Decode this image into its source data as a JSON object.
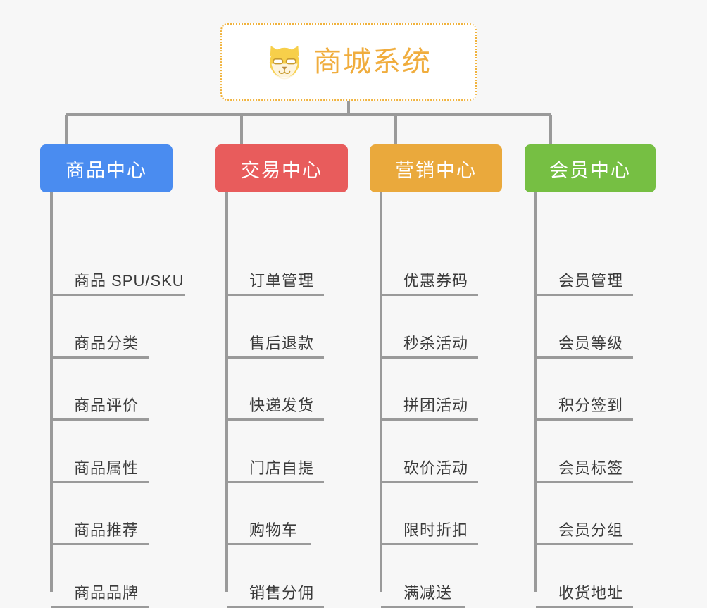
{
  "diagram": {
    "type": "organization-tree",
    "background_color": "#f7f7f7",
    "root": {
      "label": "商城系统",
      "icon": "shiba-dog-icon",
      "text_color": "#f0ad3e",
      "border_color": "#f0b23c",
      "background_color": "#ffffff"
    },
    "connector_color": "#9a9a9a",
    "categories": [
      {
        "label": "商品中心",
        "color": "#4a8cf0",
        "items": [
          "商品 SPU/SKU",
          "商品分类",
          "商品评价",
          "商品属性",
          "商品推荐",
          "商品品牌"
        ]
      },
      {
        "label": "交易中心",
        "color": "#e85c5c",
        "items": [
          "订单管理",
          "售后退款",
          "快递发货",
          "门店自提",
          "购物车",
          "销售分佣"
        ]
      },
      {
        "label": "营销中心",
        "color": "#eaa93c",
        "items": [
          "优惠券码",
          "秒杀活动",
          "拼团活动",
          "砍价活动",
          "限时折扣",
          "满减送"
        ]
      },
      {
        "label": "会员中心",
        "color": "#76bf43",
        "items": [
          "会员管理",
          "会员等级",
          "积分签到",
          "会员标签",
          "会员分组",
          "收货地址"
        ]
      }
    ]
  }
}
